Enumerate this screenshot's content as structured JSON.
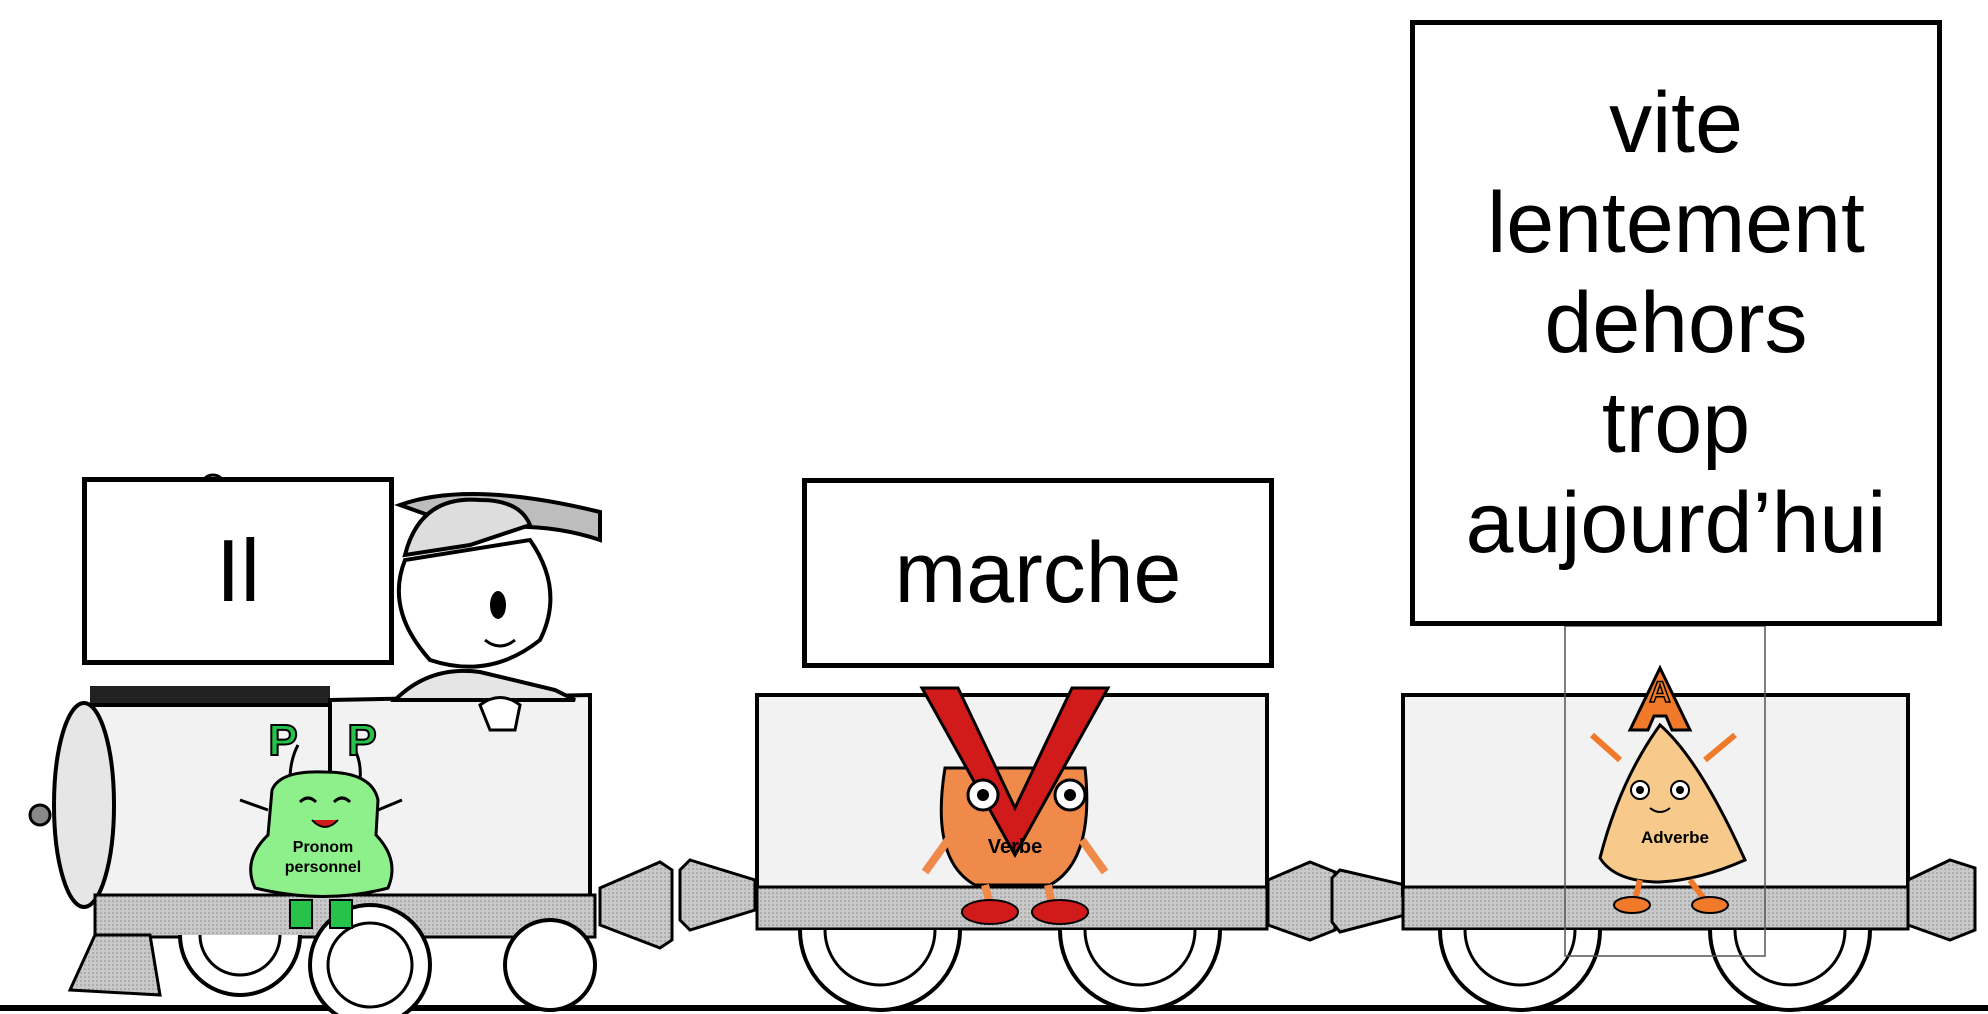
{
  "colors": {
    "pronoun": "#8ef08a",
    "pronoun_letter": "#27c24a",
    "verb": "#f08a4b",
    "verb_v": "#d11a1a",
    "adverb": "#f7c98a",
    "adverb_a": "#f07a2a",
    "train_fill": "#f2f2f2",
    "train_shade": "#b5b5b5"
  },
  "icons": [
    "train-locomotive",
    "train-wagon",
    "boy-driver",
    "pronoun-mascot",
    "verb-mascot",
    "adverb-mascot"
  ],
  "boxes": {
    "pronoun": "Il",
    "verb": "marche",
    "adverbs": [
      "vite",
      "lentement",
      "dehors",
      "trop",
      "aujourd’hui"
    ]
  },
  "mascots": {
    "pronoun_letters": "PP",
    "pronoun_label_1": "Pronom",
    "pronoun_label_2": "personnel",
    "verb_letter": "V",
    "verb_label": "Verbe",
    "adverb_letter": "A",
    "adverb_label": "Adverbe"
  }
}
